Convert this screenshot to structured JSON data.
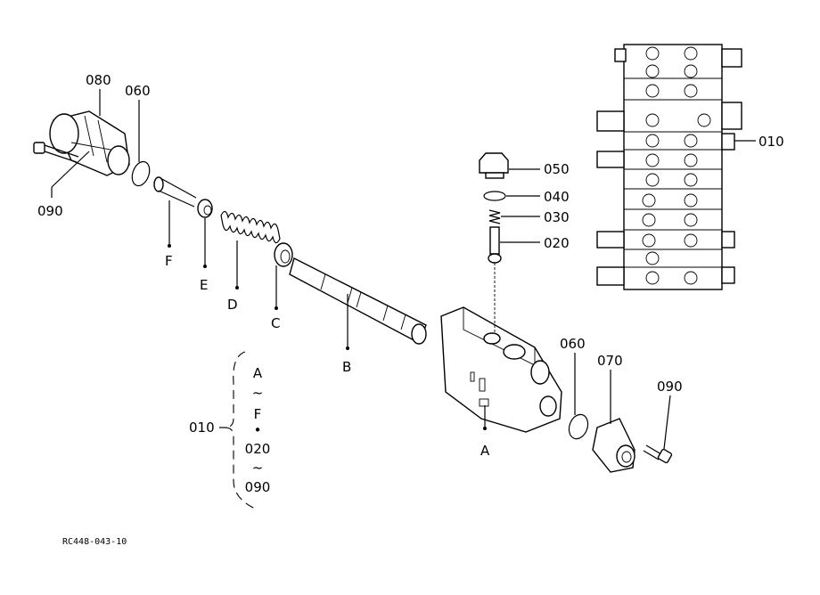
{
  "diagram": {
    "callouts": {
      "c080": "080",
      "c060_left": "060",
      "c090_left": "090",
      "c050": "050",
      "c040": "040",
      "c030": "030",
      "c020": "020",
      "c010_right": "010",
      "c060_right": "060",
      "c070": "070",
      "c090_right": "090",
      "c010_group": "010"
    },
    "letters": {
      "F": "F",
      "E": "E",
      "D": "D",
      "C": "C",
      "B": "B",
      "A": "A"
    },
    "group_bracket": {
      "line1": "A",
      "line2": "~",
      "line3": "F",
      "line4": "•",
      "line5": "020",
      "line6": "~",
      "line7": "090"
    },
    "drawing_code": "RC448-043-10"
  }
}
